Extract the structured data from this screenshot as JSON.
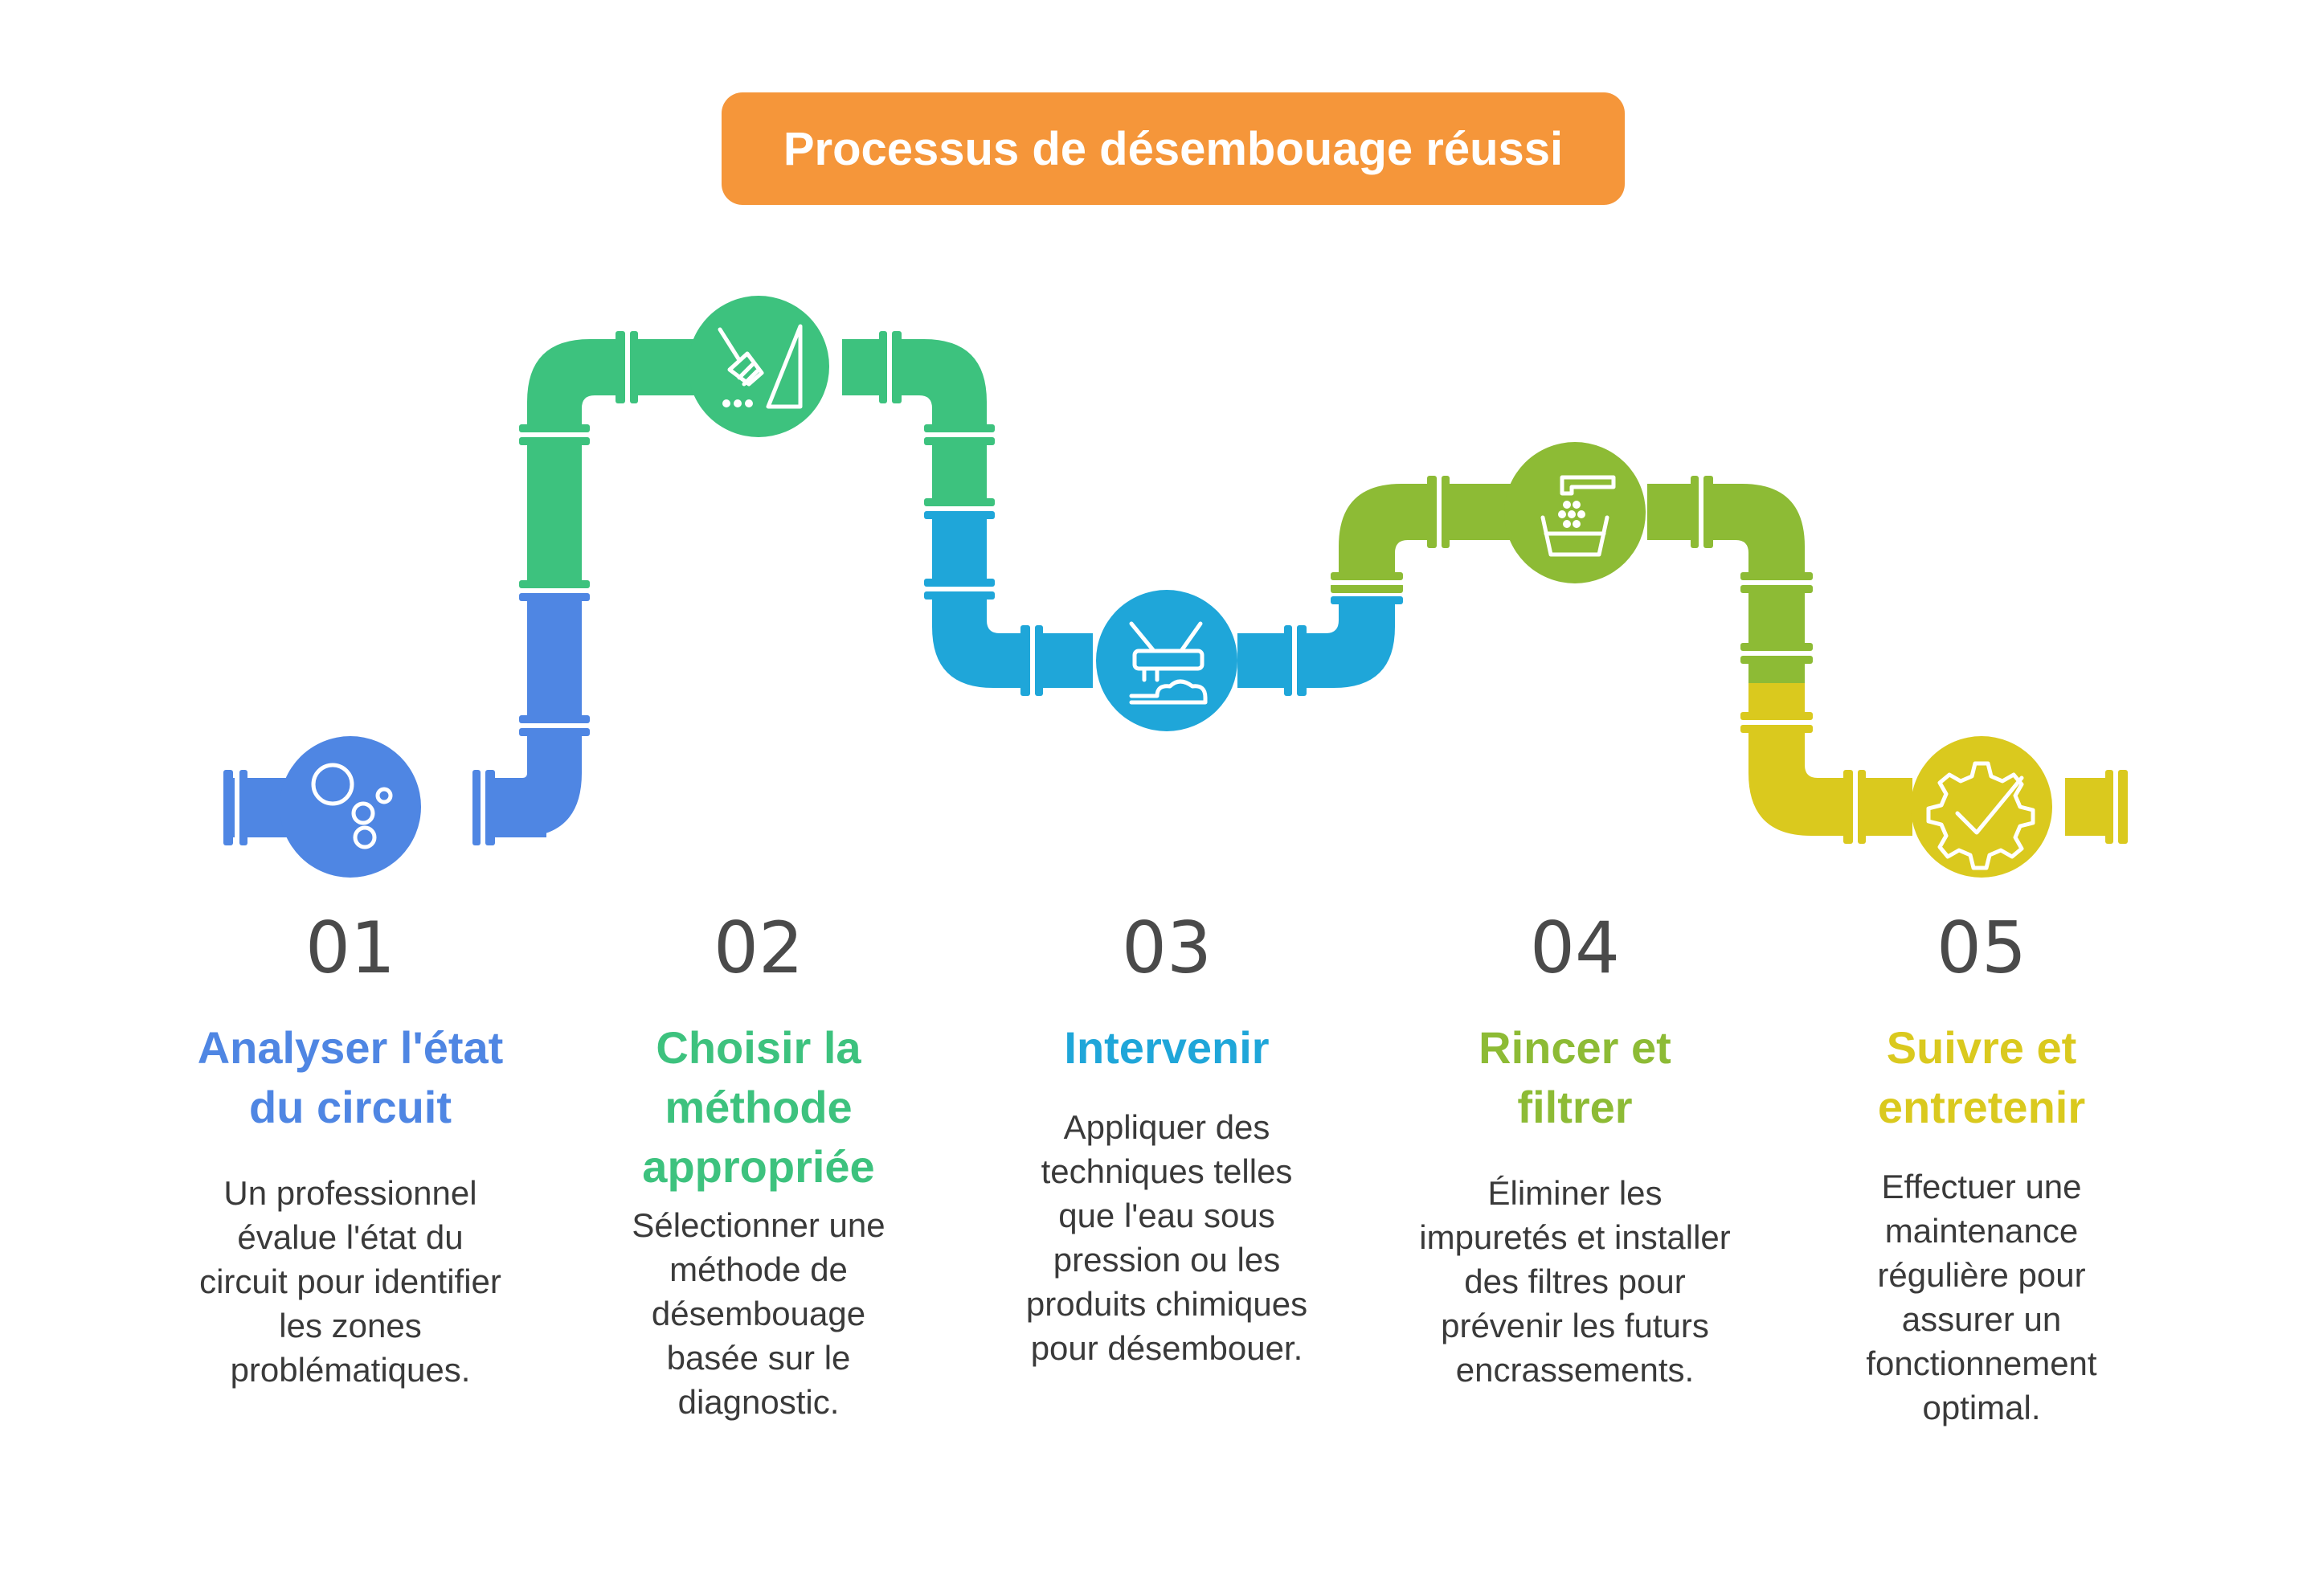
{
  "title": "Processus de désembouage réussi",
  "colors": {
    "title_bg": "#F5963A",
    "step1": "#4F86E3",
    "step2": "#3DC27E",
    "step3": "#1FA6D9",
    "step4": "#8DBB35",
    "step5": "#DAC91E"
  },
  "steps": [
    {
      "number": "01",
      "title_lines": [
        "Analyser l'état",
        "du circuit"
      ],
      "desc_lines": [
        "Un professionnel",
        "évalue l'état du",
        "circuit pour identifier",
        "les zones",
        "problématiques."
      ],
      "icon": "bubbles-icon"
    },
    {
      "number": "02",
      "title_lines": [
        "Choisir la",
        "méthode",
        "appropriée"
      ],
      "desc_lines": [
        "Sélectionner une",
        "méthode de",
        "désembouage",
        "basée sur le",
        "diagnostic."
      ],
      "icon": "broom-icon"
    },
    {
      "number": "03",
      "title_lines": [
        "Intervenir"
      ],
      "desc_lines": [
        "Appliquer des",
        "techniques telles",
        "que l'eau sous",
        "pression ou les",
        "produits chimiques",
        "pour désembouer."
      ],
      "icon": "cleaning-brush-icon"
    },
    {
      "number": "04",
      "title_lines": [
        "Rincer et",
        "filtrer"
      ],
      "desc_lines": [
        "Éliminer les",
        "impuretés et installer",
        "des filtres pour",
        "prévenir les futurs",
        "encrassements."
      ],
      "icon": "faucet-filter-icon"
    },
    {
      "number": "05",
      "title_lines": [
        "Suivre et",
        "entretenir"
      ],
      "desc_lines": [
        "Effectuer une",
        "maintenance",
        "régulière pour",
        "assurer un",
        "fonctionnement",
        "optimal."
      ],
      "icon": "gear-check-icon"
    }
  ]
}
